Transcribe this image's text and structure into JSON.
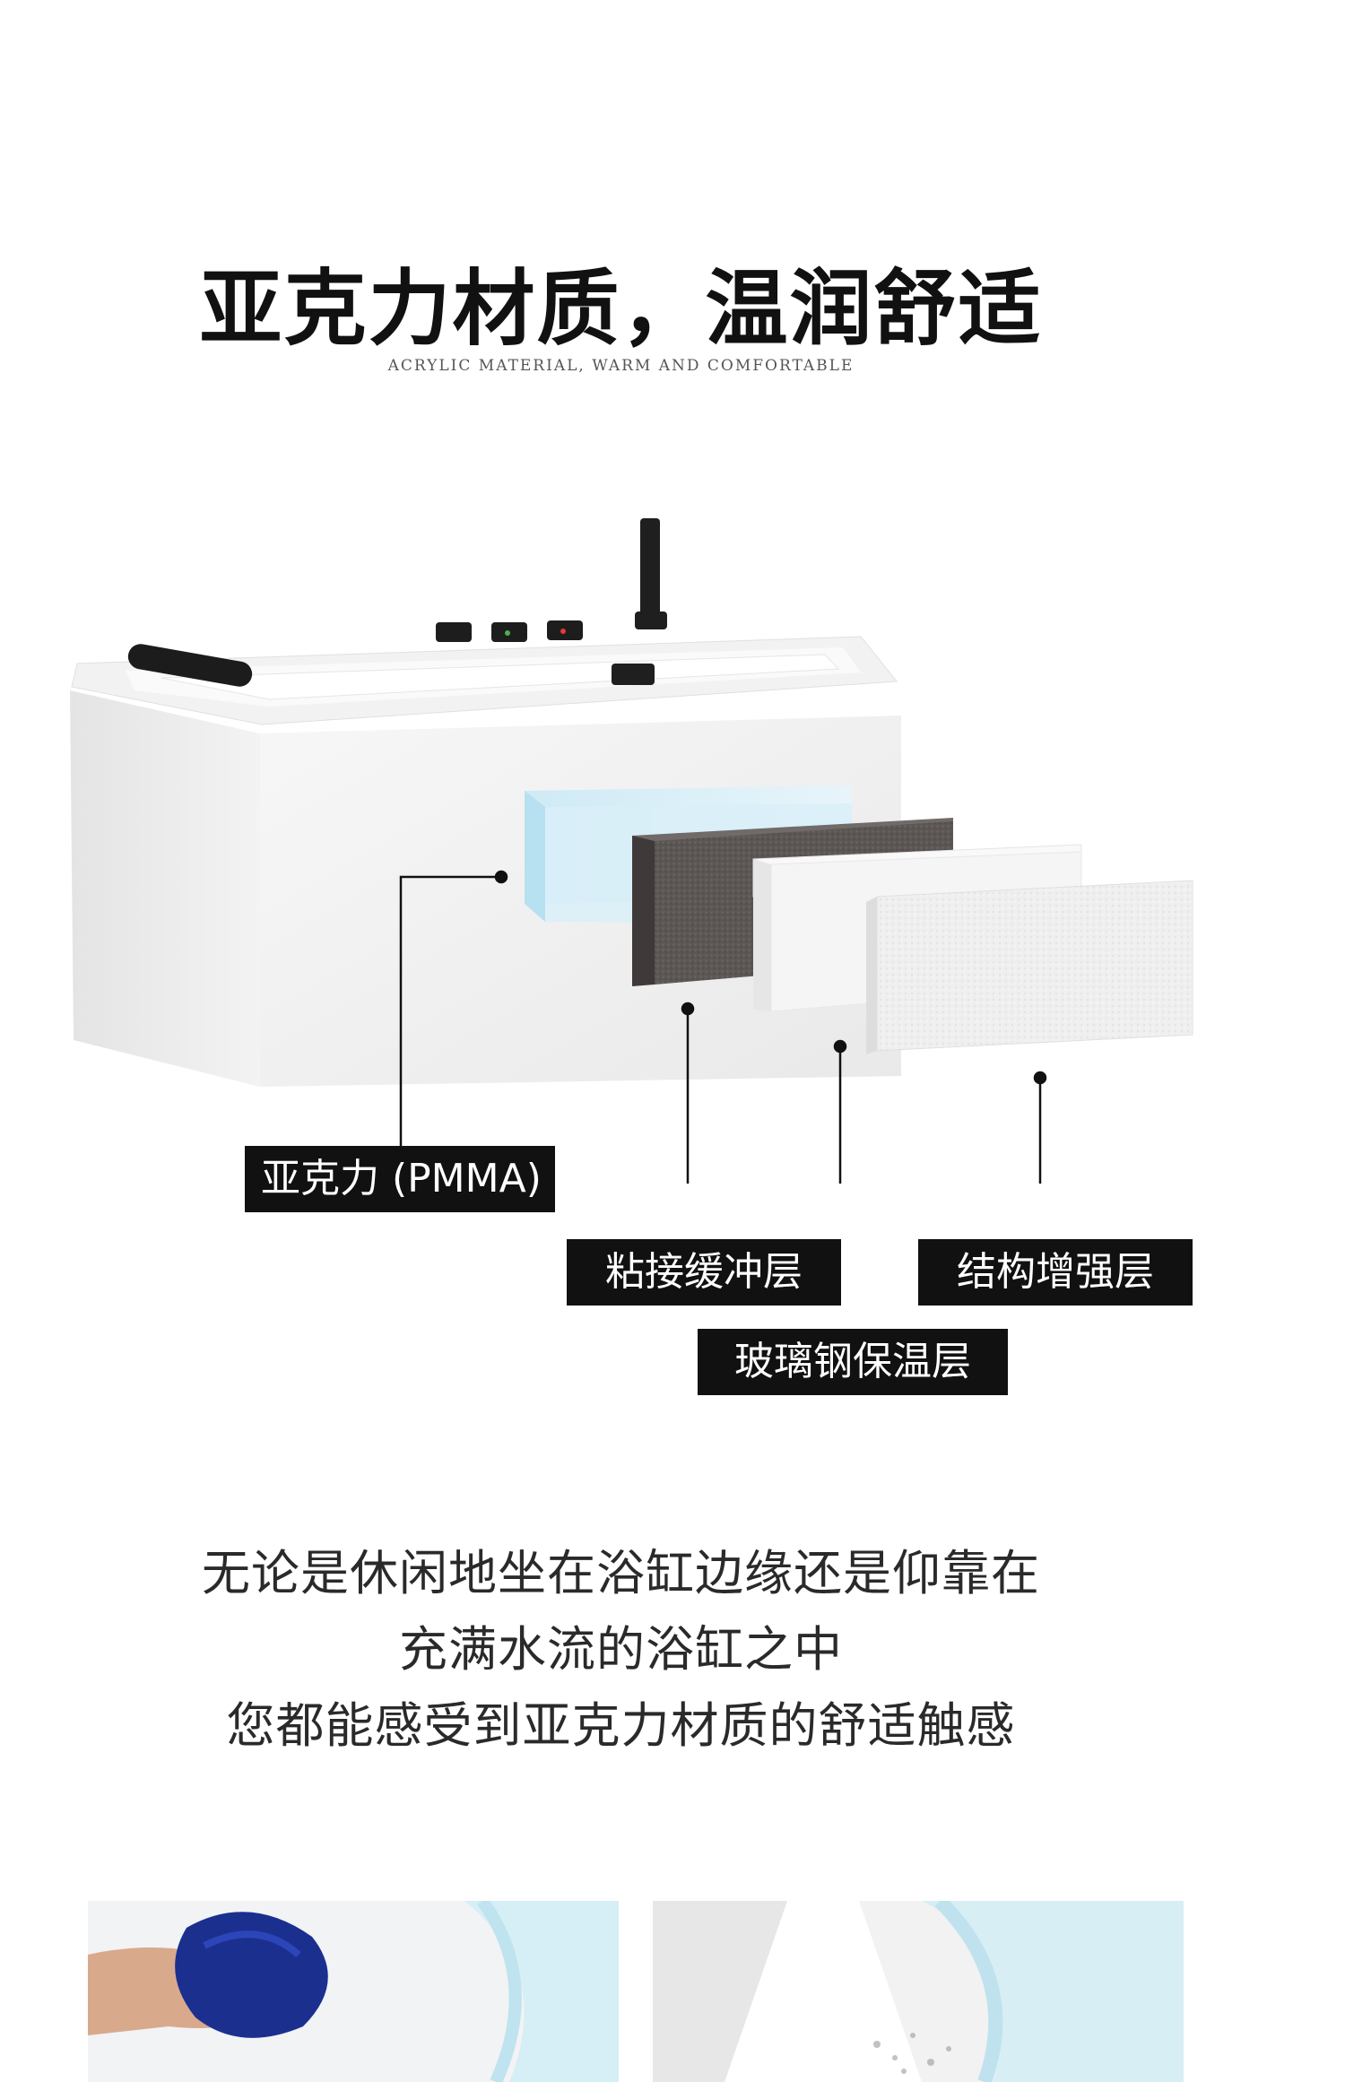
{
  "header": {
    "title": "亚克力材质，温润舒适",
    "subtitle": "ACRYLIC MATERIAL, WARM AND COMFORTABLE"
  },
  "diagram": {
    "labels": {
      "pmma": "亚克力 (PMMA)",
      "bonding": "粘接缓冲层",
      "fiberglass": "玻璃钢保温层",
      "structural": "结构增强层"
    }
  },
  "description": {
    "lines": [
      "无论是休闲地坐在浴缸边缘还是仰靠在",
      "充满水流的浴缸之中",
      "您都能感受到亚克力材质的舒适触感"
    ]
  },
  "colors": {
    "label_bg": "#111111",
    "label_text": "#ffffff",
    "acrylic_layer": "#cfeaf5",
    "bonding_layer": "#5c5654",
    "fiberglass_layer": "#f4f4f4",
    "structural_layer": "#eeeeee"
  }
}
